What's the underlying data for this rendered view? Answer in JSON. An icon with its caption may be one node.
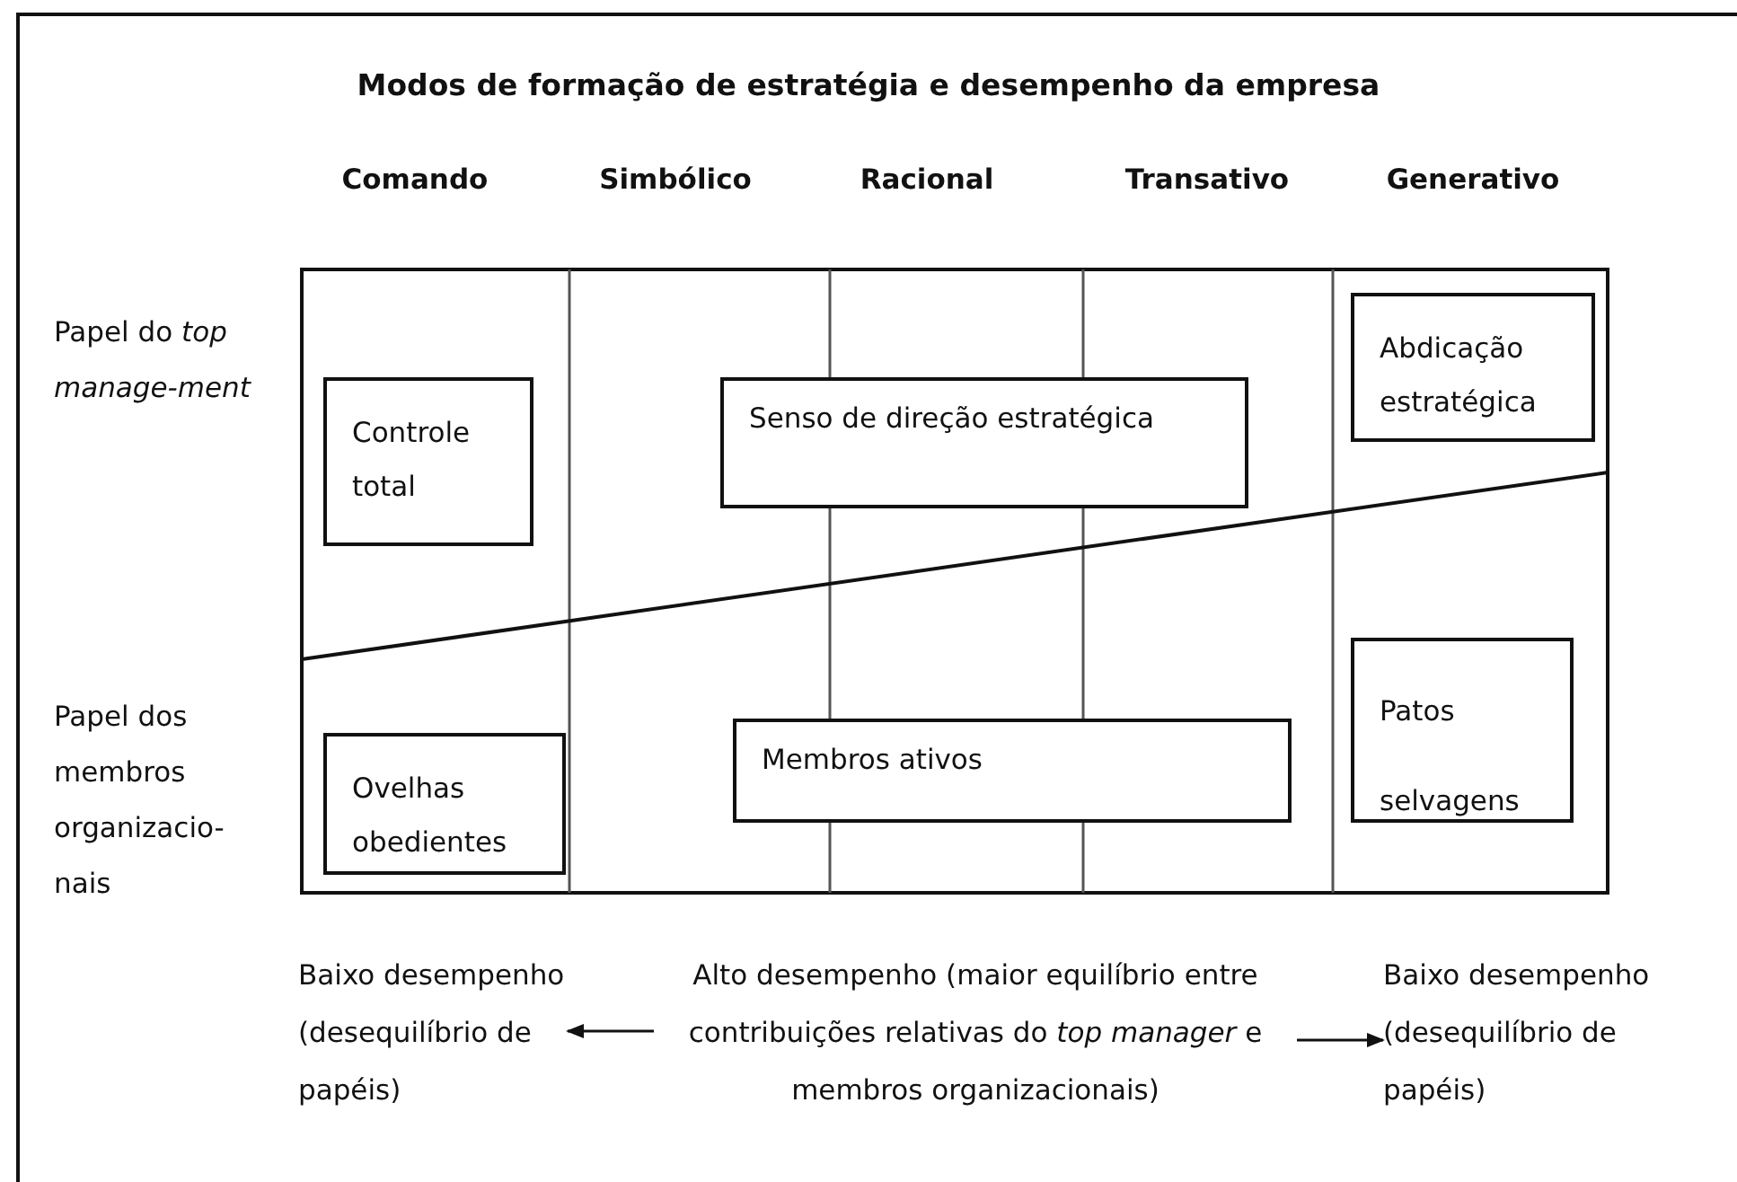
{
  "diagram": {
    "title": "Modos de formação de estratégia e desempenho da empresa",
    "nodes": [
      {
        "text": [
          "Controle total"
        ]
      },
      {
        "text": [
          "Senso de direção estratégica"
        ]
      },
      {
        "text": [
          "Abdicação estratégica"
        ]
      },
      {
        "text": [
          "Ovelhas obedientes"
        ]
      },
      {
        "text": [
          "Membros ativos"
        ]
      },
      {
        "text": [
          "Patos selvagens"
        ]
      },
      {
        "text": [
          "Alto desempenho (maior equilíbrio entre contribuições relativas do *top manager* e membros organizacionais)"
        ]
      },
      {
        "text": [
          "Baixo desempenho (desequilíbrio de papéis)"
        ]
      },
      {
        "text": [
          "Baixo desempenho (desequilíbrio de papéis)"
        ]
      }
    ],
    "edges": [
      {
        "from": 6,
        "to": 7,
        "arrow": "to"
      },
      {
        "from": 6,
        "to": 8,
        "arrow": "to"
      }
    ],
    "labels": [
      "Comando",
      "Simbólico",
      "Racional",
      "Transativo",
      "Generativo",
      "Papel do *top manage-ment*",
      "Papel dos membros organizacio-nais"
    ]
  }
}
